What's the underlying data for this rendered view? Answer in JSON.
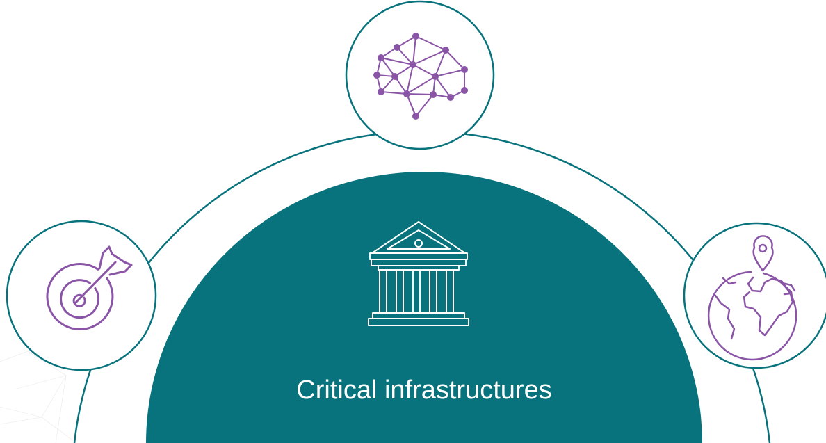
{
  "center": {
    "title": "Critical infrastructures",
    "icon": "government-building-icon"
  },
  "satellites": [
    {
      "id": "left",
      "icon": "target-arrow-icon"
    },
    {
      "id": "top",
      "icon": "neural-network-brain-icon"
    },
    {
      "id": "right",
      "icon": "globe-location-pin-icon"
    }
  ],
  "colors": {
    "teal": "#08737c",
    "purple": "#8a55a6",
    "background": "#ffffff",
    "text": "#ffffff"
  }
}
